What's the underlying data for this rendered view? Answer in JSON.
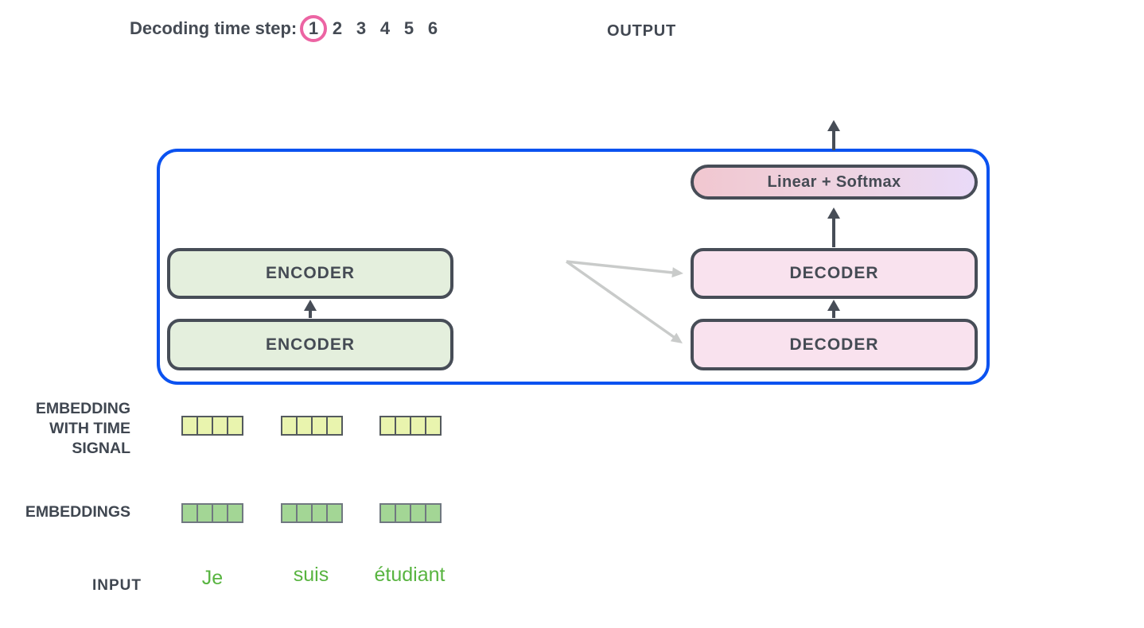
{
  "header": {
    "decoding_label": "Decoding time step:",
    "steps": [
      "1",
      "2",
      "3",
      "4",
      "5",
      "6"
    ],
    "active_step": "1",
    "output_label": "OUTPUT"
  },
  "model": {
    "encoders": [
      "ENCODER",
      "ENCODER"
    ],
    "decoders": [
      "DECODER",
      "DECODER"
    ],
    "linear_softmax": "Linear + Softmax"
  },
  "labels": {
    "embedding_time_lines": [
      "EMBEDDING",
      "WITH TIME",
      "SIGNAL"
    ],
    "embeddings": "EMBEDDINGS",
    "input": "INPUT"
  },
  "embeddings": {
    "vector_count": 3,
    "cells_per_vector": 4,
    "time_signal_cell_color": "#e9f4ae",
    "embedding_cell_color": "#a3d695"
  },
  "input_tokens": [
    "Je",
    "suis",
    "étudiant"
  ],
  "colors": {
    "container_border": "#0b52f0",
    "encoder_fill": "#e4efdd",
    "decoder_fill": "#f9e2ee",
    "linear_gradient_left": "#f1c7d0",
    "linear_gradient_right": "#e9daf8",
    "active_step_ring": "#ec64a3",
    "token_text": "#58b440",
    "dark_text": "#454b54",
    "dark_arrow": "#474d57",
    "gray_arrow": "#c9cbca"
  }
}
